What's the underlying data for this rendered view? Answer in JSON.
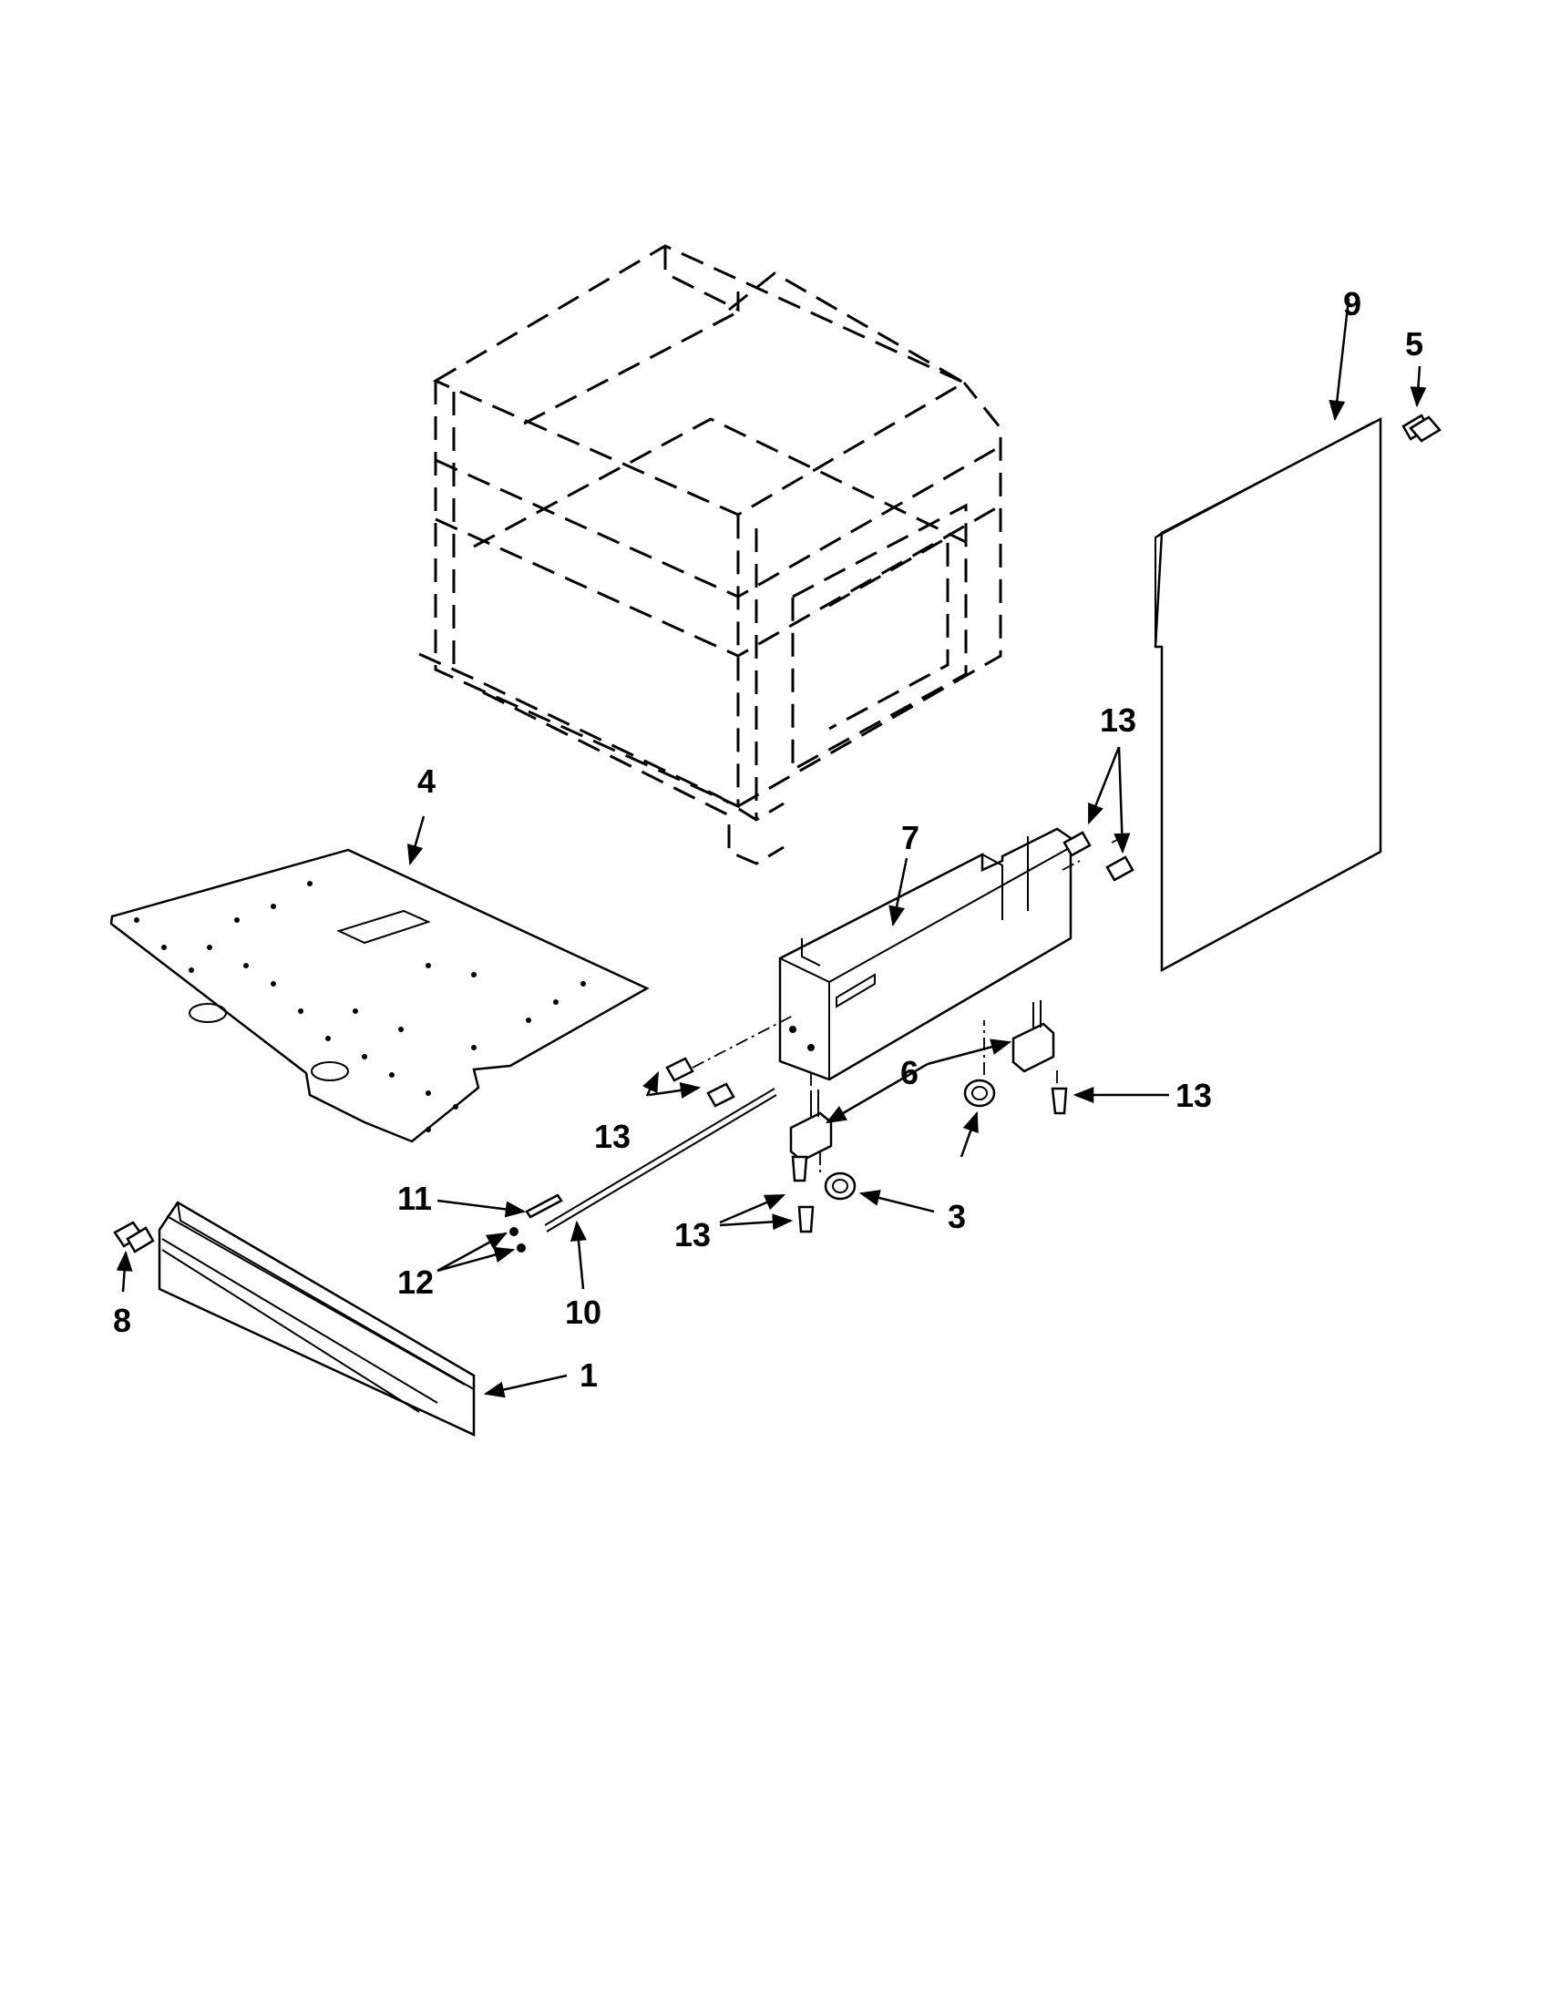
{
  "callouts": {
    "c1": "1",
    "c3": "3",
    "c4": "4",
    "c5": "5",
    "c6": "6",
    "c7": "7",
    "c8": "8",
    "c9": "9",
    "c10": "10",
    "c11": "11",
    "c12": "12",
    "c13a": "13",
    "c13b": "13",
    "c13c": "13",
    "c13d": "13"
  }
}
